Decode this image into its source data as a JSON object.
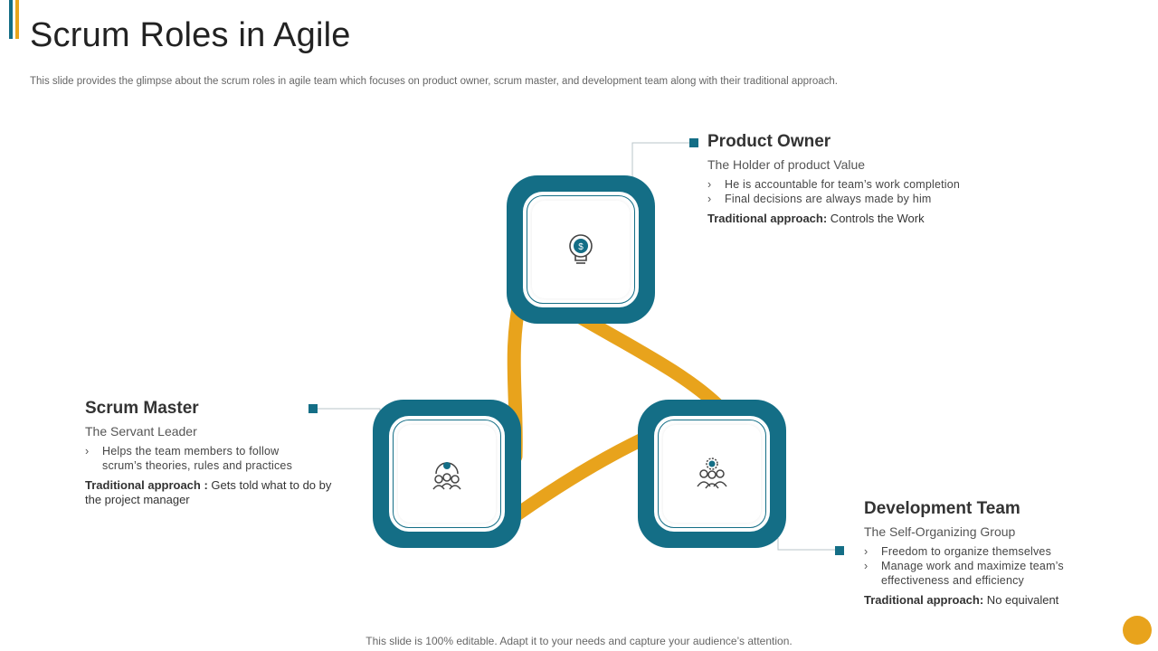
{
  "title": "Scrum Roles in Agile",
  "subtitle": "This slide provides the glimpse about the scrum roles in agile team which focuses on product owner, scrum master, and development team along with their traditional approach.",
  "footer": "This slide is 100% editable. Adapt it to your needs and capture your audience’s attention.",
  "colors": {
    "teal": "#146e86",
    "gold": "#e8a31c"
  },
  "roles": {
    "product_owner": {
      "icon": "lightbulb-dollar-icon",
      "title": "Product Owner",
      "subtitle": "The Holder of product Value",
      "bullets": [
        "He is accountable for team’s work completion",
        "Final decisions are always made by him"
      ],
      "traditional_label": "Traditional approach:",
      "traditional_value": " Controls the Work"
    },
    "scrum_master": {
      "icon": "team-leader-icon",
      "title": "Scrum Master",
      "subtitle": "The Servant Leader",
      "bullets": [
        "Helps the team members to follow scrum’s theories, rules and practices"
      ],
      "traditional_label": "Traditional approach :",
      "traditional_value": " Gets told what to do by the project manager"
    },
    "development_team": {
      "icon": "team-gear-icon",
      "title": "Development Team",
      "subtitle": "The Self-Organizing Group",
      "bullets": [
        "Freedom to organize themselves",
        "Manage work and maximize team’s effectiveness and efficiency"
      ],
      "traditional_label": "Traditional approach:",
      "traditional_value": " No equivalent"
    }
  }
}
